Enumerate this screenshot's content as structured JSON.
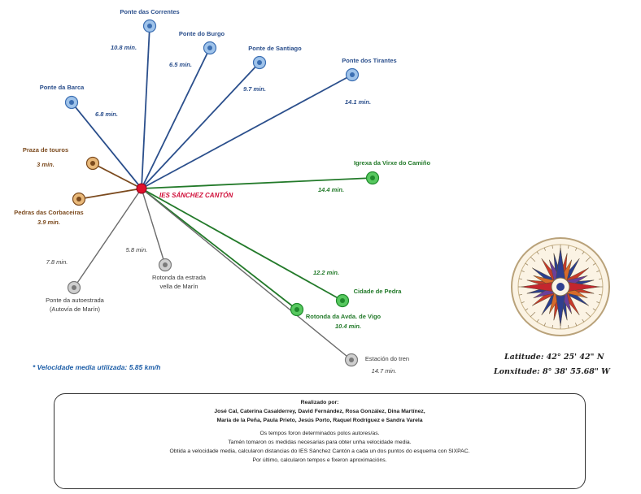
{
  "hub": {
    "label": "IES SÁNCHEZ CANTÓN",
    "color": "#e0102c"
  },
  "colors": {
    "blue": "#2b4f8c",
    "green": "#237a2a",
    "brown": "#7b4a1e",
    "gray": "#6b6b6b"
  },
  "destinations": [
    {
      "id": "ponte-das-correntes",
      "name": [
        "Ponte das Correntes"
      ],
      "time": "10.8 min.",
      "group": "blue"
    },
    {
      "id": "ponte-do-burgo",
      "name": [
        "Ponte do Burgo"
      ],
      "time": "6.5 min.",
      "group": "blue"
    },
    {
      "id": "ponte-de-santiago",
      "name": [
        "Ponte de Santiago"
      ],
      "time": "9.7 min.",
      "group": "blue"
    },
    {
      "id": "ponte-dos-tirantes",
      "name": [
        "Ponte dos Tirantes"
      ],
      "time": "14.1 min.",
      "group": "blue"
    },
    {
      "id": "ponte-da-barca",
      "name": [
        "Ponte da Barca"
      ],
      "time": "6.8 min.",
      "group": "blue"
    },
    {
      "id": "igrexa-da-virxe-do-camiño",
      "name": [
        "Igrexa da Virxe do Camiño"
      ],
      "time": "14.4 min.",
      "group": "green"
    },
    {
      "id": "cidade-de-pedra",
      "name": [
        "Cidade de Pedra"
      ],
      "time": "12.2 min.",
      "group": "green"
    },
    {
      "id": "rotonda-avda-vigo",
      "name": [
        "Rotonda da Avda. de Vigo"
      ],
      "time": "10.4 min.",
      "group": "green"
    },
    {
      "id": "praza-de-touros",
      "name": [
        "Praza de touros"
      ],
      "time": "3 min.",
      "group": "brown"
    },
    {
      "id": "pedras-das-corbaceiras",
      "name": [
        "Pedras das Corbaceiras"
      ],
      "time": "3.9 min.",
      "group": "brown"
    },
    {
      "id": "rotonda-estrada-marin",
      "name": [
        "Rotonda da estrada",
        "vella de Marín"
      ],
      "time": "5.8 min.",
      "group": "gray"
    },
    {
      "id": "ponte-autoestrada",
      "name": [
        "Ponte da autoestrada",
        "(Autovía de Marín)"
      ],
      "time": "7.8 min.",
      "group": "gray"
    },
    {
      "id": "estacion-do-tren",
      "name": [
        "Estación do tren"
      ],
      "time": "14.7 min.",
      "group": "gray"
    }
  ],
  "speed_note": "* Velocidade media utilizada: 5.85 km/h",
  "coordinates": {
    "latitude": "Latitude: 42° 25' 42\" N",
    "longitude": "Lonxitude: 8° 38' 55.68\" W"
  },
  "credits": {
    "heading": "Realizado por:",
    "authors_line1": "José Cal, Caterina Casalderrey, David Fernández, Rosa González, Dina Martínez,",
    "authors_line2": "María de la Peña, Paula Prieto, Jesús Porto,  Raquel Rodríguez e Sandra Varela",
    "notes": [
      "Os tempos foron determinados polos autores/as.",
      "Tamén tomaron os medidas necesarias para obter unha velocidade media.",
      "Obtida a velocidade media, calcularon distancias do IES Sánchez Cantón a cada un dos puntos do esquema con SIXPAC.",
      "Por último, calcularon tempos e fixeron aproximacións."
    ]
  }
}
